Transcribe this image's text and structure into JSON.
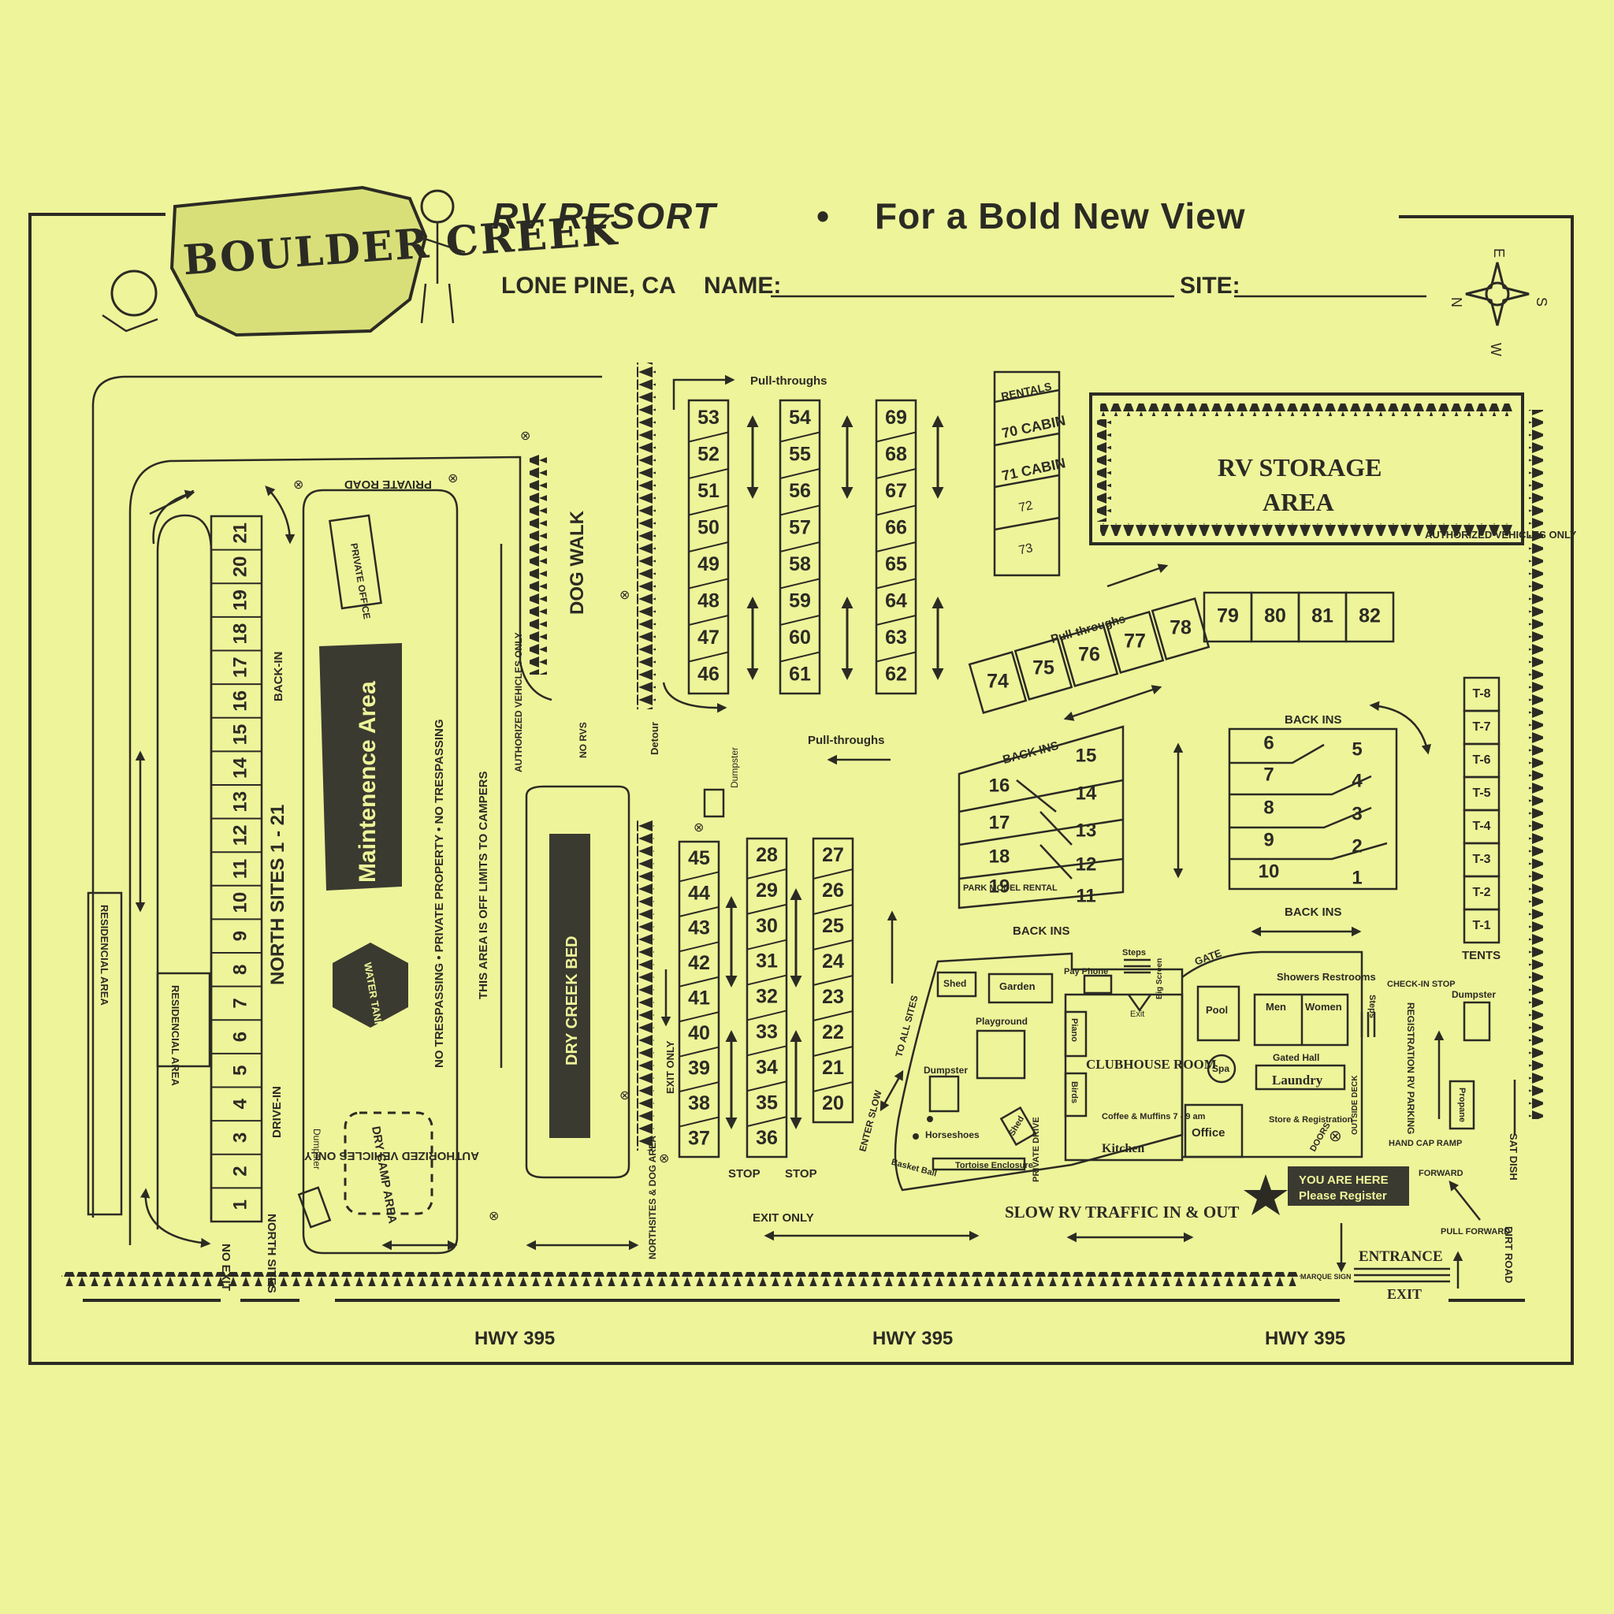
{
  "header": {
    "logo_text": "BOULDER CREEK",
    "resort": "RV RESORT",
    "bullet": "•",
    "tagline": "For a Bold New View",
    "location": "LONE PINE, CA",
    "name_label": "NAME:",
    "site_label": "SITE:",
    "compass": {
      "n": "N",
      "e": "E",
      "s": "S",
      "w": "W"
    }
  },
  "roads": {
    "hwy": [
      "HWY 395",
      "HWY 395",
      "HWY 395"
    ],
    "private_road": "PRIVATE ROAD",
    "dirt_road": "DIRT ROAD"
  },
  "north_area": {
    "north_sites": "NORTH SITES 1 - 21",
    "back_in": "BACK-IN",
    "drive_in": "DRIVE-IN",
    "residencial_1": "RESIDENCIAL AREA",
    "residencial_2": "RESIDENCIAL AREA",
    "no_exit": "NO EXIT",
    "north_sites_short": "NORTH SITES",
    "sites": [
      "1",
      "2",
      "3",
      "4",
      "5",
      "6",
      "7",
      "8",
      "9",
      "10",
      "11",
      "12",
      "13",
      "14",
      "15",
      "16",
      "17",
      "18",
      "19",
      "20",
      "21"
    ]
  },
  "maintenance": {
    "private_office": "PRIVATE OFFICE",
    "area": "Maintenence Area",
    "water_tank": "WATER TANK",
    "dry_camp": "DRY CAMP AREA",
    "dumpster": "Dumpster",
    "no_trespassing": "NO TRESPASSING  •  PRIVATE PROPERTY  •  NO TRESPASSING",
    "off_limits": "THIS AREA IS OFF LIMITS TO CAMPERS",
    "authorized": "AUTHORIZED VEHICLES ONLY"
  },
  "middle": {
    "dog_walk": "DOG WALK",
    "authorized_no_rvs": "AUTHORIZED VEHICLES ONLY",
    "no_rvs": "NO RVS",
    "detour": "Detour",
    "dry_creek_bed": "DRY CREEK BED",
    "northsites_dog": "NORTHSITES & DOG AREA",
    "exit_only_v": "EXIT ONLY",
    "exit_only": "EXIT ONLY",
    "dumpster": "Dumpster",
    "pull_throughs_top": "Pull-throughs",
    "pull_throughs_mid": "Pull-throughs",
    "stop_1": "STOP",
    "stop_2": "STOP",
    "col_a": [
      "53",
      "52",
      "51",
      "50",
      "49",
      "48",
      "47",
      "46"
    ],
    "col_b": [
      "54",
      "55",
      "56",
      "57",
      "58",
      "59",
      "60",
      "61"
    ],
    "col_c": [
      "69",
      "68",
      "67",
      "66",
      "65",
      "64",
      "63",
      "62"
    ],
    "col_d": [
      "45",
      "44",
      "43",
      "42",
      "41",
      "40",
      "39",
      "38",
      "37"
    ],
    "col_e": [
      "28",
      "29",
      "30",
      "31",
      "32",
      "33",
      "34",
      "35",
      "36"
    ],
    "col_f": [
      "27",
      "26",
      "25",
      "24",
      "23",
      "22",
      "21",
      "20"
    ]
  },
  "east": {
    "rentals": "RENTALS",
    "cabin_70": "70 CABIN",
    "cabin_71": "71 CABIN",
    "site_72": "72",
    "site_73": "73",
    "rv_storage_1": "RV STORAGE",
    "rv_storage_2": "AREA",
    "authorized": "AUTHORIZED VEHICLES ONLY",
    "pull_throughs": "Pull-throughs",
    "row_sites": [
      "74",
      "75",
      "76",
      "77",
      "78",
      "79",
      "80",
      "81",
      "82"
    ],
    "back_ins_left_top": "BACK INS",
    "back_ins_left_bottom": "BACK INS",
    "left_block_left": [
      "16",
      "17",
      "18",
      "19"
    ],
    "left_block_right": [
      "15",
      "14",
      "13",
      "12",
      "11"
    ],
    "park_model": "PARK MODEL RENTAL",
    "back_ins_right_top": "BACK INS",
    "back_ins_right_bottom": "BACK INS",
    "right_block_left": [
      "6",
      "7",
      "8",
      "9",
      "10"
    ],
    "right_block_right": [
      "5",
      "4",
      "3",
      "2",
      "1"
    ],
    "tents": [
      "T-8",
      "T-7",
      "T-6",
      "T-5",
      "T-4",
      "T-3",
      "T-2",
      "T-1"
    ],
    "tents_label": "TENTS"
  },
  "clubhouse": {
    "shed": "Shed",
    "garden": "Garden",
    "pay_phone": "Pay Phone",
    "steps": "Steps",
    "playground": "Playground",
    "dumpster": "Dumpster",
    "piano": "Piano",
    "birds": "Birds",
    "clubhouse_room": "CLUBHOUSE ROOM",
    "coffee": "Coffee & Muffins 7 - 9 am",
    "kitchen": "Kitchen",
    "exit": "Exit",
    "big_screen": "Big Screen",
    "shed_2": "Shed",
    "horseshoes": "Horseshoes",
    "basket_ball": "Basket Ball",
    "tortoise": "Tortoise Enclosure",
    "private_drive": "PRIVATE DRIVE",
    "to_all_sites": "TO ALL SITES",
    "enter_slow": "ENTER SLOW",
    "gate": "GATE",
    "showers": "Showers Restrooms",
    "men": "Men",
    "women": "Women",
    "pool": "Pool",
    "spa": "Spa",
    "gated_hall": "Gated Hall",
    "laundry": "Laundry",
    "office": "Office",
    "store": "Store & Registration",
    "doors": "DOORS",
    "outside_deck": "OUTSIDE DECK",
    "steps_2": "Steps"
  },
  "entrance": {
    "you_are_here": "YOU ARE HERE",
    "please_register": "Please Register",
    "slow_traffic": "SLOW RV TRAFFIC IN & OUT",
    "entrance": "ENTRANCE",
    "exit": "EXIT",
    "marque_sign": "MARQUE SIGN",
    "forward": "FORWARD",
    "pull_forward": "PULL FORWARD",
    "handicap": "HAND CAP RAMP",
    "check_in": "CHECK-IN STOP",
    "registration_rv_parking": "REGISTRATION  RV PARKING",
    "dumpster": "Dumpster",
    "propane": "Propane",
    "sat_dish": "SAT DISH"
  }
}
